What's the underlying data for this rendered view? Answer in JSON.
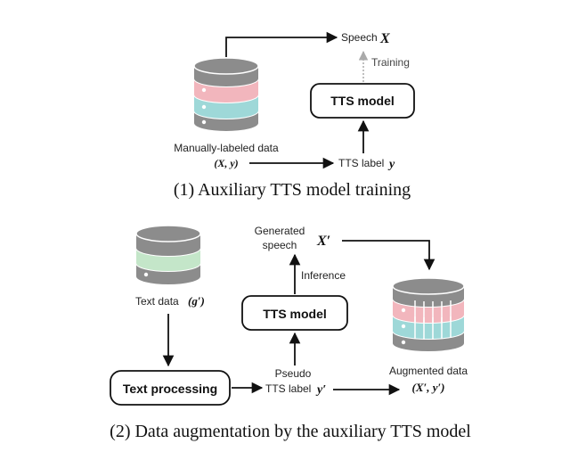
{
  "top": {
    "speech_label": "Speech",
    "speech_var": "X",
    "training_label": "Training",
    "tts_box_label": "TTS model",
    "manual_data_label": "Manually-labeled data",
    "manual_data_var": "(X, y)",
    "tts_label_text": "TTS label",
    "tts_label_var": "y",
    "caption": "(1) Auxiliary TTS model training"
  },
  "bottom": {
    "generated_line1": "Generated",
    "generated_line2": "speech",
    "generated_var": "X′",
    "inference_label": "Inference",
    "tts_box_label": "TTS model",
    "text_data_label": "Text data",
    "text_data_var": "(g′)",
    "text_processing_label": "Text processing",
    "pseudo_line1": "Pseudo",
    "pseudo_line2": "TTS label",
    "pseudo_var": "y′",
    "augmented_label": "Augmented data",
    "augmented_var": "(X′, y′)",
    "caption": "(2) Data augmentation by the auxiliary TTS model"
  },
  "colors": {
    "db_gray": "#8c8c8c",
    "db_pink": "#f2b6bd",
    "db_teal": "#9ed8d8",
    "db_green": "#c4e6c9",
    "arrow": "#111111",
    "training_arrow": "#aaaaaa"
  }
}
